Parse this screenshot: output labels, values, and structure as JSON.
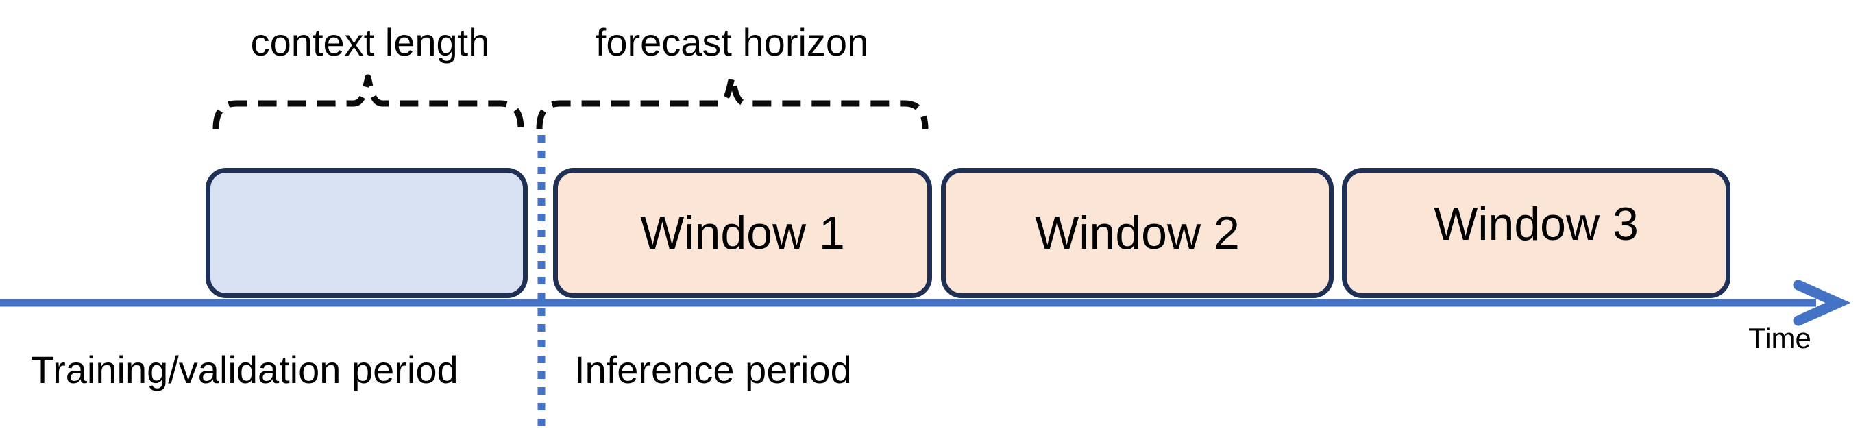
{
  "labels": {
    "context_length": "context length",
    "forecast_horizon": "forecast horizon",
    "training_period": "Training/validation period",
    "inference_period": "Inference period",
    "time": "Time"
  },
  "windows": [
    {
      "label": "Window 1"
    },
    {
      "label": "Window 2"
    },
    {
      "label": "Window 3"
    }
  ],
  "colors": {
    "axis": "#4472c4",
    "divider": "#4472c4",
    "box_border": "#1e3055",
    "context_box_fill": "#d9e2f3",
    "window_box_fill": "#fbe5d6",
    "brace": "#0a0a0a",
    "text": "#000000",
    "bg": "#ffffff"
  }
}
